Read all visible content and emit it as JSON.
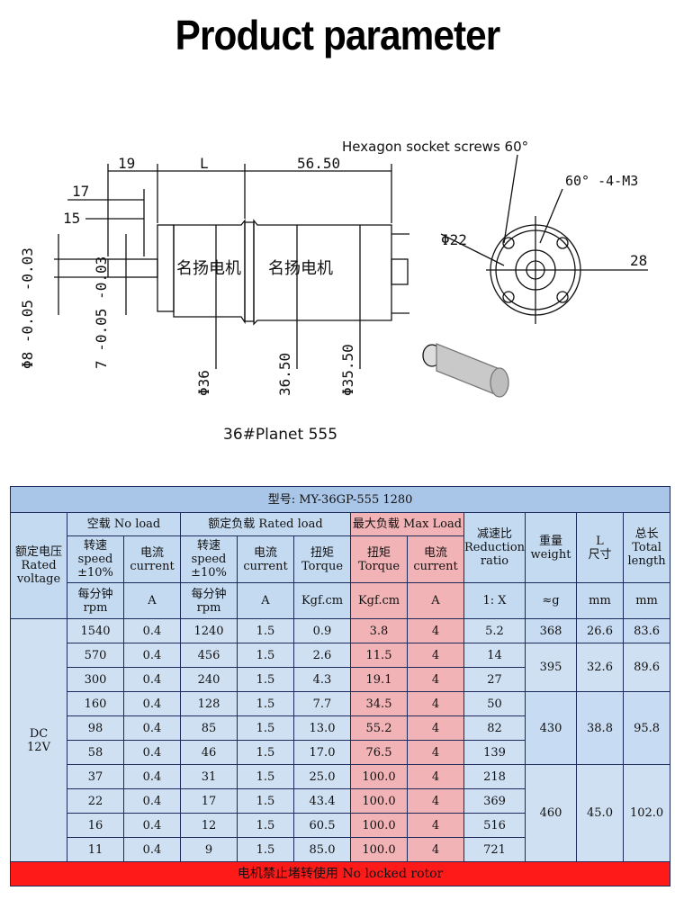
{
  "page": {
    "title": "Product parameter"
  },
  "drawing": {
    "top_labels": [
      "19",
      "L",
      "56.50"
    ],
    "left_labels": [
      "17",
      "15"
    ],
    "vertical_labels": [
      "Φ8 -0.05 -0.03",
      "7 -0.05 -0.03",
      "Φ36",
      "36.50",
      "Φ35.50"
    ],
    "motor_brand_text": "名扬电机",
    "callout": "Hexagon socket screws 60°",
    "end_labels": [
      "Φ22",
      "60° -4-M3",
      "28"
    ],
    "caption": "36#Planet 555"
  },
  "table": {
    "title": "型号: MY-36GP-555  1280",
    "groups": {
      "no_load": "空载 No load",
      "rated_load": "额定负载 Rated load",
      "max_load": "最大负载 Max Load"
    },
    "headers": {
      "voltage": [
        "额定电压",
        "Rated",
        "voltage"
      ],
      "speed": [
        "转速",
        "speed",
        "±10%"
      ],
      "current": [
        "电流",
        "current"
      ],
      "torque": [
        "扭矩",
        "Torque"
      ],
      "ratio": [
        "减速比",
        "Reduction",
        "ratio"
      ],
      "weight": [
        "重量",
        "weight"
      ],
      "l_size": [
        "L",
        "尺寸"
      ],
      "total": [
        "总长",
        "Total",
        "length"
      ]
    },
    "units": {
      "speed": [
        "每分钟",
        "rpm"
      ],
      "current": "A",
      "torque": "Kgf.cm",
      "ratio": "1: X",
      "weight": "≈g",
      "mm": "mm"
    },
    "voltage_value": [
      "DC",
      "12V"
    ],
    "rows": [
      {
        "nl_speed": "1540",
        "nl_current": "0.4",
        "r_speed": "1240",
        "r_current": "1.5",
        "r_torque": "0.9",
        "m_torque": "3.8",
        "m_current": "4",
        "ratio": "5.2"
      },
      {
        "nl_speed": "570",
        "nl_current": "0.4",
        "r_speed": "456",
        "r_current": "1.5",
        "r_torque": "2.6",
        "m_torque": "11.5",
        "m_current": "4",
        "ratio": "14"
      },
      {
        "nl_speed": "300",
        "nl_current": "0.4",
        "r_speed": "240",
        "r_current": "1.5",
        "r_torque": "4.3",
        "m_torque": "19.1",
        "m_current": "4",
        "ratio": "27"
      },
      {
        "nl_speed": "160",
        "nl_current": "0.4",
        "r_speed": "128",
        "r_current": "1.5",
        "r_torque": "7.7",
        "m_torque": "34.5",
        "m_current": "4",
        "ratio": "50"
      },
      {
        "nl_speed": "98",
        "nl_current": "0.4",
        "r_speed": "85",
        "r_current": "1.5",
        "r_torque": "13.0",
        "m_torque": "55.2",
        "m_current": "4",
        "ratio": "82"
      },
      {
        "nl_speed": "58",
        "nl_current": "0.4",
        "r_speed": "46",
        "r_current": "1.5",
        "r_torque": "17.0",
        "m_torque": "76.5",
        "m_current": "4",
        "ratio": "139"
      },
      {
        "nl_speed": "37",
        "nl_current": "0.4",
        "r_speed": "31",
        "r_current": "1.5",
        "r_torque": "25.0",
        "m_torque": "100.0",
        "m_current": "4",
        "ratio": "218"
      },
      {
        "nl_speed": "22",
        "nl_current": "0.4",
        "r_speed": "17",
        "r_current": "1.5",
        "r_torque": "43.4",
        "m_torque": "100.0",
        "m_current": "4",
        "ratio": "369"
      },
      {
        "nl_speed": "16",
        "nl_current": "0.4",
        "r_speed": "12",
        "r_current": "1.5",
        "r_torque": "60.5",
        "m_torque": "100.0",
        "m_current": "4",
        "ratio": "516"
      },
      {
        "nl_speed": "11",
        "nl_current": "0.4",
        "r_speed": "9",
        "r_current": "1.5",
        "r_torque": "85.0",
        "m_torque": "100.0",
        "m_current": "4",
        "ratio": "721"
      }
    ],
    "groups_merged": [
      {
        "weight": "368",
        "l": "26.6",
        "total": "83.6"
      },
      {
        "weight": "395",
        "l": "32.6",
        "total": "89.6"
      },
      {
        "weight": "430",
        "l": "38.8",
        "total": "95.8"
      },
      {
        "weight": "460",
        "l": "45.0",
        "total": "102.0"
      }
    ],
    "footer": "电机禁止堵转使用 No locked rotor"
  },
  "colors": {
    "title_row": "#a9c6e8",
    "header": "#c4daf1",
    "max_load": "#f2b3b6",
    "footer": "#ff1a1a"
  }
}
